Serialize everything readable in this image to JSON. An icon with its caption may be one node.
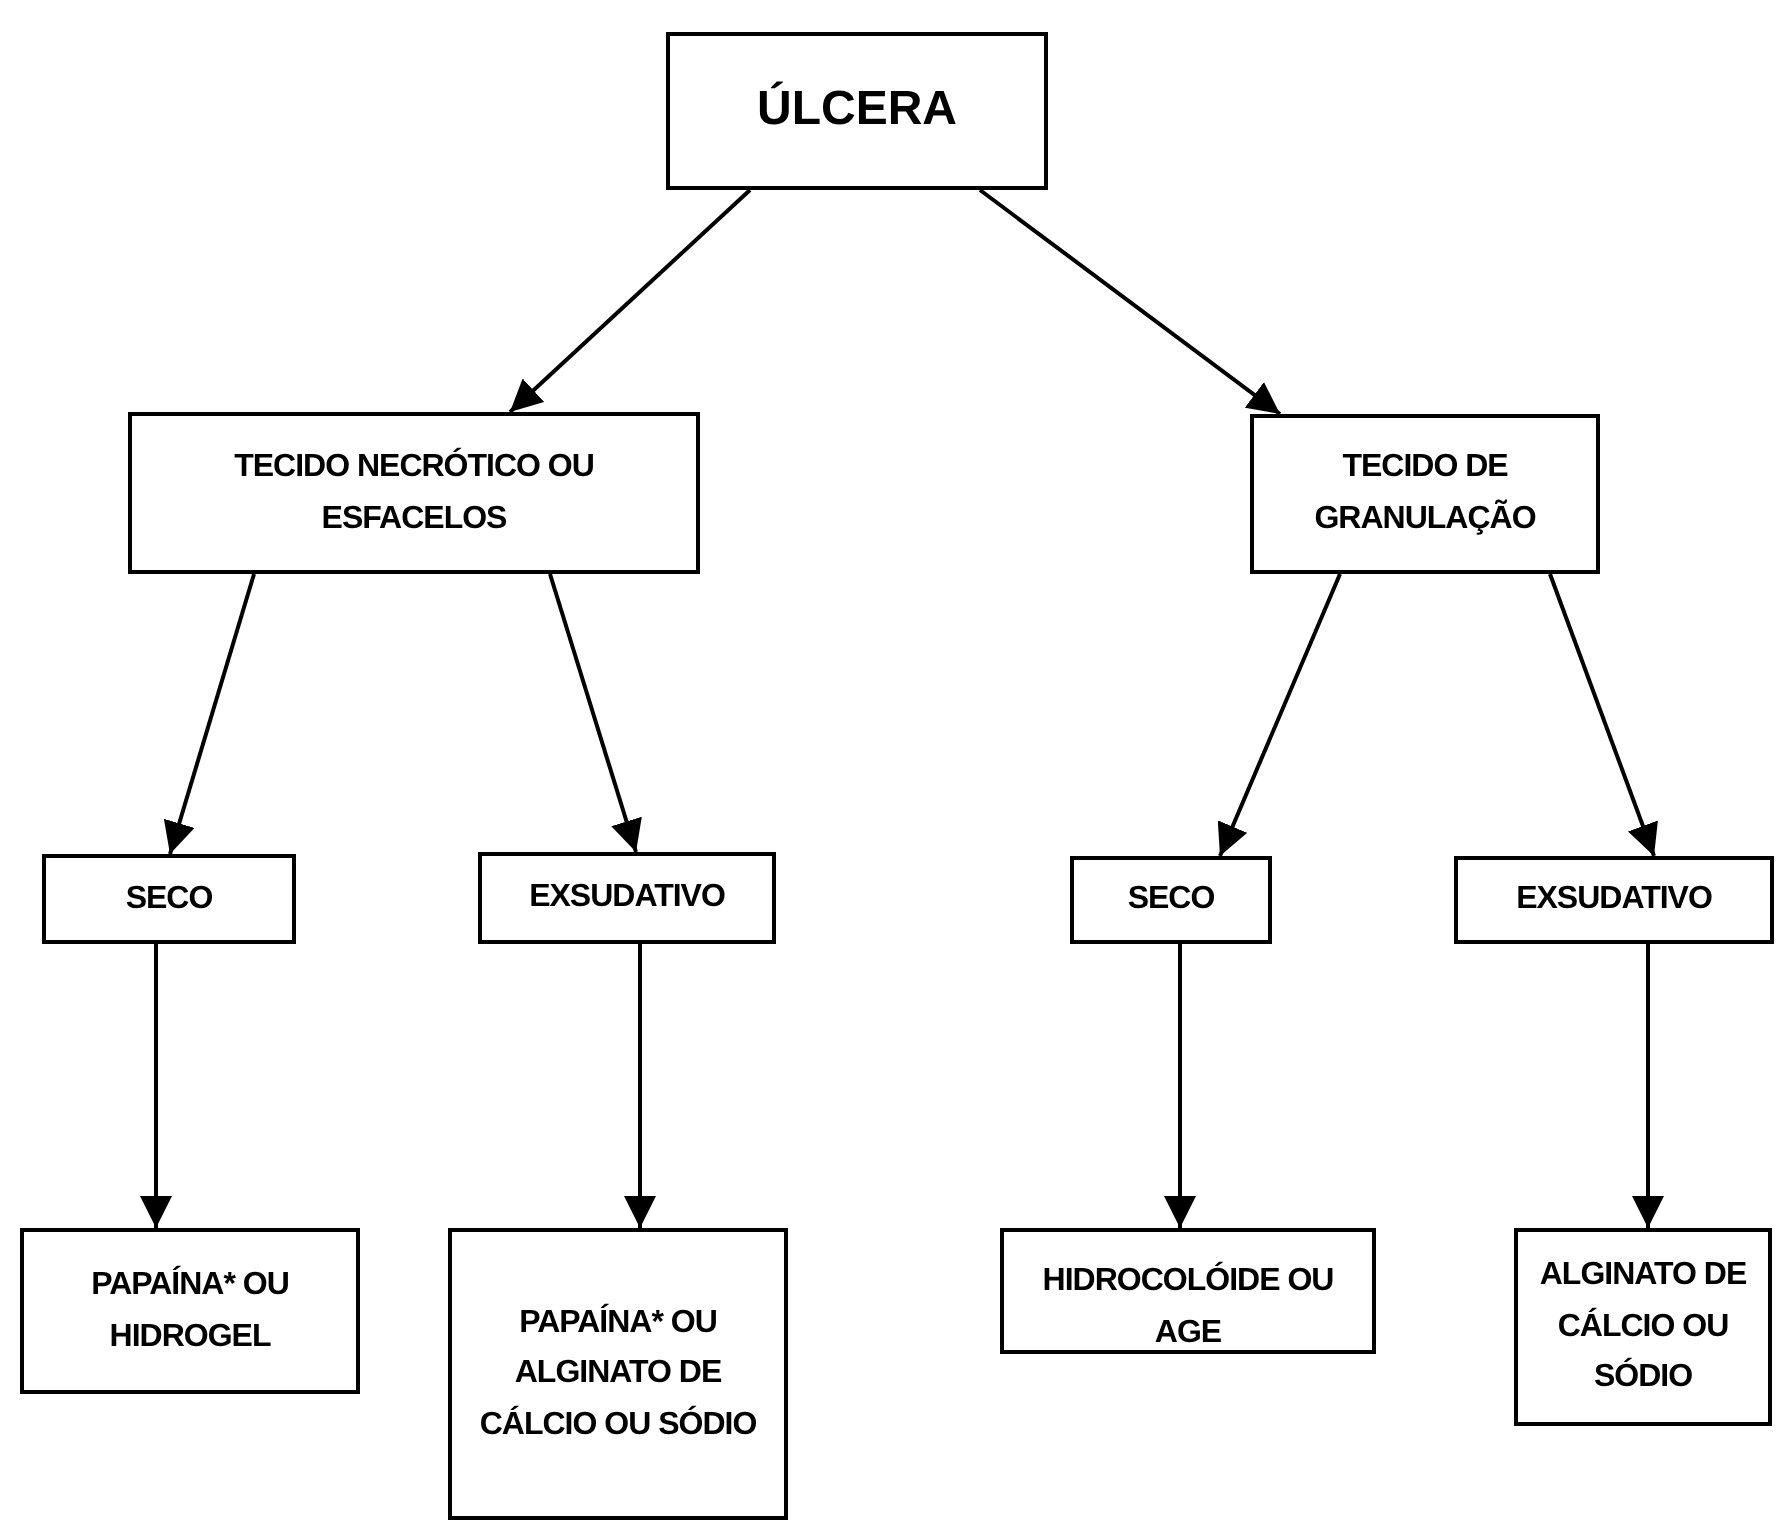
{
  "diagram": {
    "nodes": [
      {
        "text": [
          "ÚLCERA"
        ]
      },
      {
        "text": [
          "TECIDO NECRÓTICO OU ESFACELOS"
        ]
      },
      {
        "text": [
          "TECIDO DE GRANULAÇÃO"
        ]
      },
      {
        "text": [
          "SECO"
        ]
      },
      {
        "text": [
          "EXSUDATIVO"
        ]
      },
      {
        "text": [
          "SECO"
        ]
      },
      {
        "text": [
          "EXSUDATIVO"
        ]
      },
      {
        "text": [
          "PAPAÍNA* OU HIDROGEL"
        ]
      },
      {
        "text": [
          "PAPAÍNA* OU ALGINATO DE CÁLCIO OU SÓDIO"
        ]
      },
      {
        "text": [
          "HIDROCOLÓIDE OU AGE"
        ]
      },
      {
        "text": [
          "ALGINATO DE CÁLCIO OU SÓDIO"
        ]
      }
    ],
    "edges": [
      {
        "from": 0,
        "to": 1,
        "arrow": "to"
      },
      {
        "from": 0,
        "to": 2,
        "arrow": "to"
      },
      {
        "from": 1,
        "to": 3,
        "arrow": "to"
      },
      {
        "from": 1,
        "to": 4,
        "arrow": "to"
      },
      {
        "from": 2,
        "to": 5,
        "arrow": "to"
      },
      {
        "from": 2,
        "to": 6,
        "arrow": "to"
      },
      {
        "from": 3,
        "to": 7,
        "arrow": "to"
      },
      {
        "from": 4,
        "to": 8,
        "arrow": "to"
      },
      {
        "from": 5,
        "to": 9,
        "arrow": "to"
      },
      {
        "from": 6,
        "to": 10,
        "arrow": "to"
      }
    ]
  }
}
